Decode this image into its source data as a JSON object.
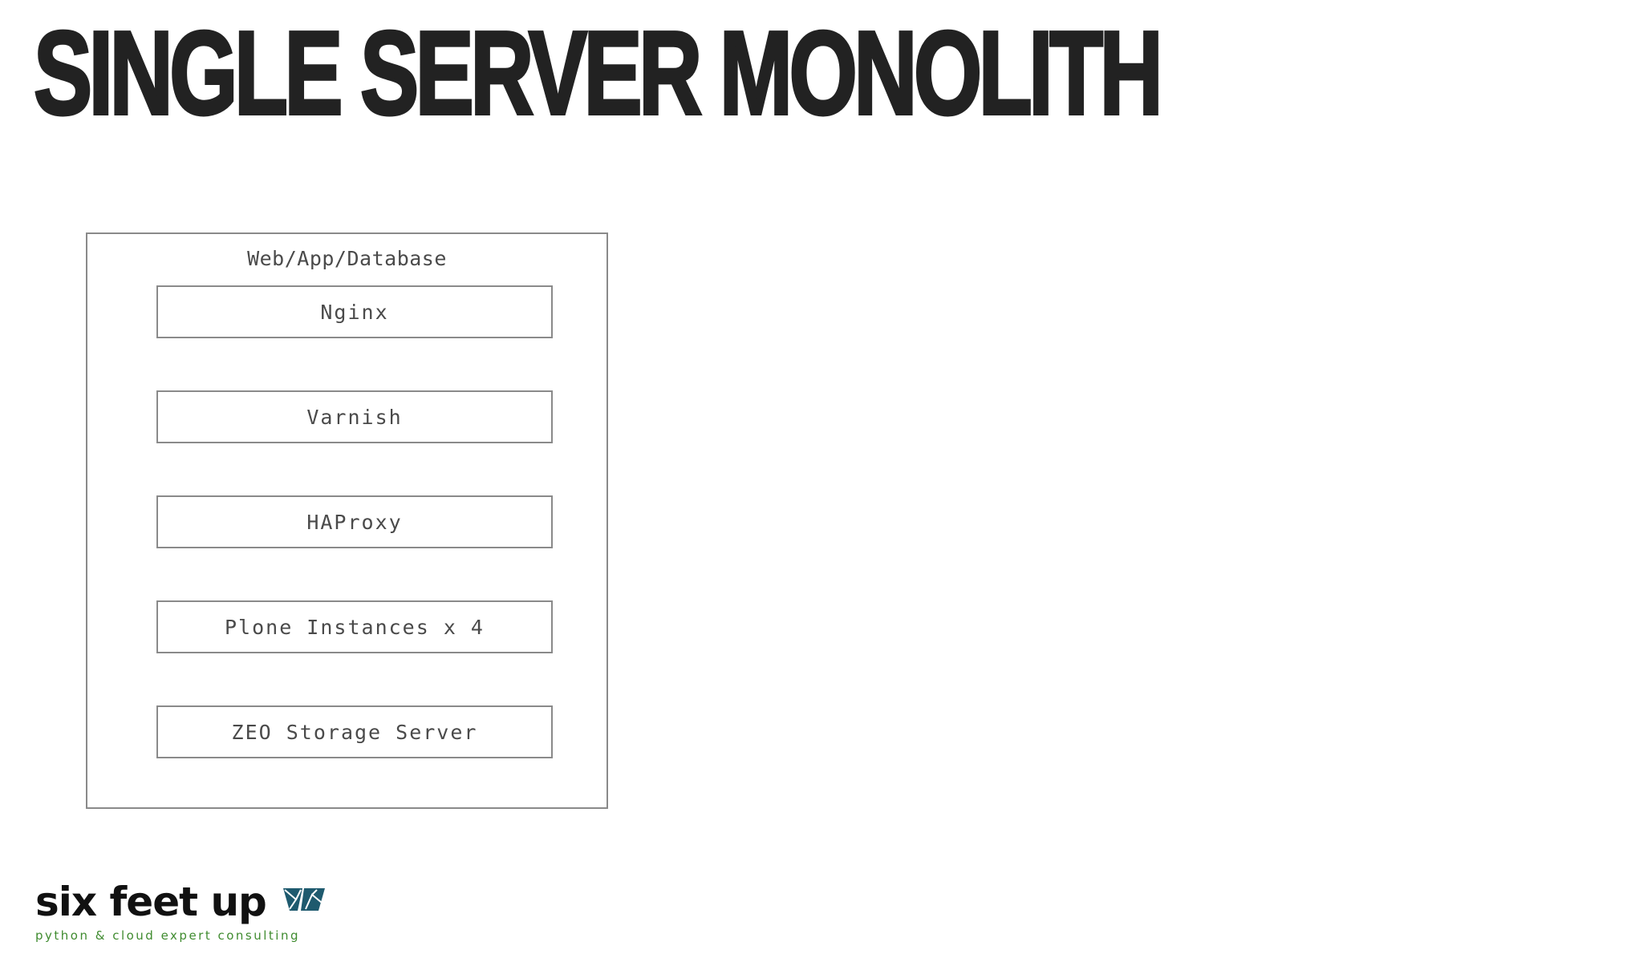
{
  "slide": {
    "title": "SINGLE SERVER MONOLITH"
  },
  "diagram": {
    "outer_label": "Web/App/Database",
    "layers": [
      "Nginx",
      "Varnish",
      "HAProxy",
      "Plone Instances x 4",
      "ZEO Storage Server"
    ]
  },
  "logo": {
    "wordmark": "six feet up",
    "tagline": "python & cloud expert consulting",
    "colors": {
      "mark": "#1e5a6e",
      "tagline": "#3f8b2f"
    }
  },
  "colors": {
    "title": "#222222",
    "diagram_line": "#8a8a8a",
    "diagram_text": "#4a4a4a",
    "background": "#ffffff"
  }
}
